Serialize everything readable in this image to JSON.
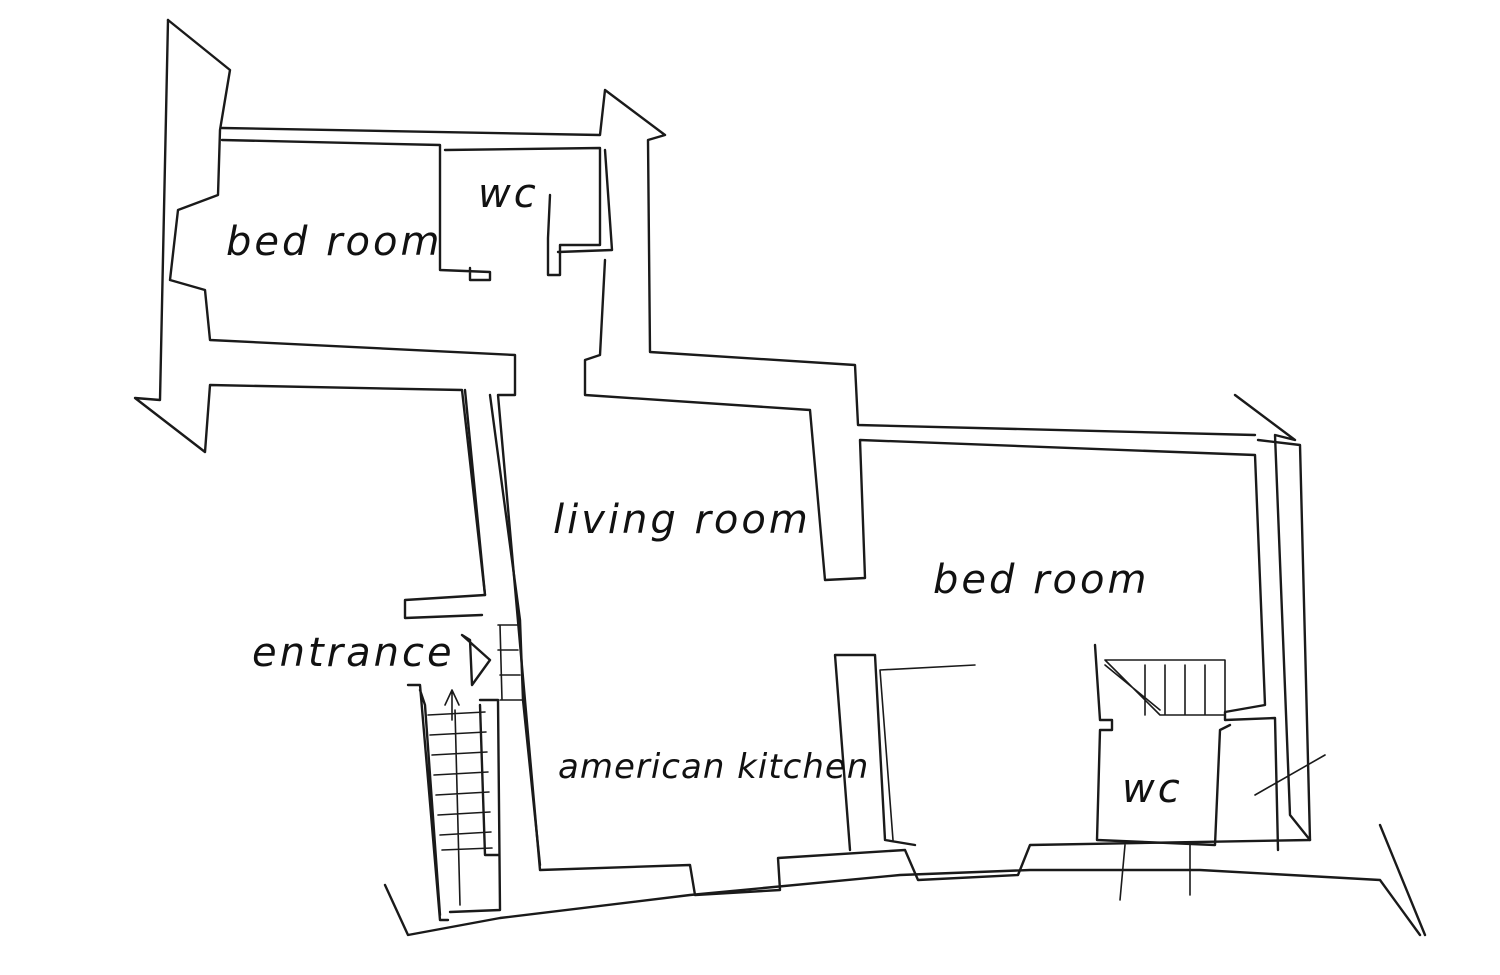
{
  "rooms": {
    "bedroom_top": "bed room",
    "wc_top": "wc",
    "living_room": "living room",
    "bedroom_right": "bed room",
    "entrance": "entrance",
    "american_kitchen": "american kitchen",
    "wc_bottom": "wc"
  },
  "colors": {
    "line": "#1a1a1a",
    "hatch": "#d9d9d9",
    "background": "#ffffff"
  }
}
